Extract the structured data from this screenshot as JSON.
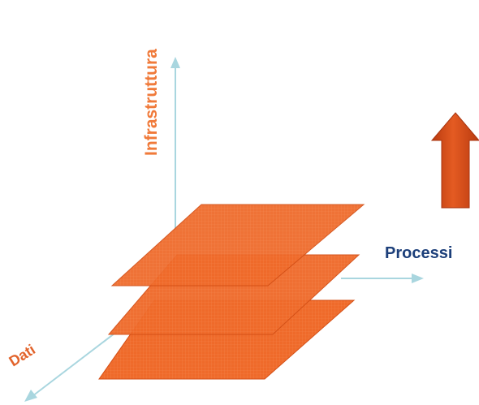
{
  "labels": {
    "vertical_axis": "Infrastruttura",
    "horizontal_axis": "Processi",
    "depth_axis": "Dati"
  },
  "colors": {
    "axis": "#a9d6df",
    "plane_fill": "#ef6a2a",
    "plane_edge": "#d34f16",
    "vertical_label": "#f07a3a",
    "horizontal_label": "#1c3f7a",
    "depth_label": "#e2632b",
    "up_arrow": "#cf4514"
  },
  "icons": {
    "up_arrow": "up-arrow-icon"
  },
  "planes": [
    "top-plane",
    "middle-plane",
    "bottom-plane"
  ]
}
